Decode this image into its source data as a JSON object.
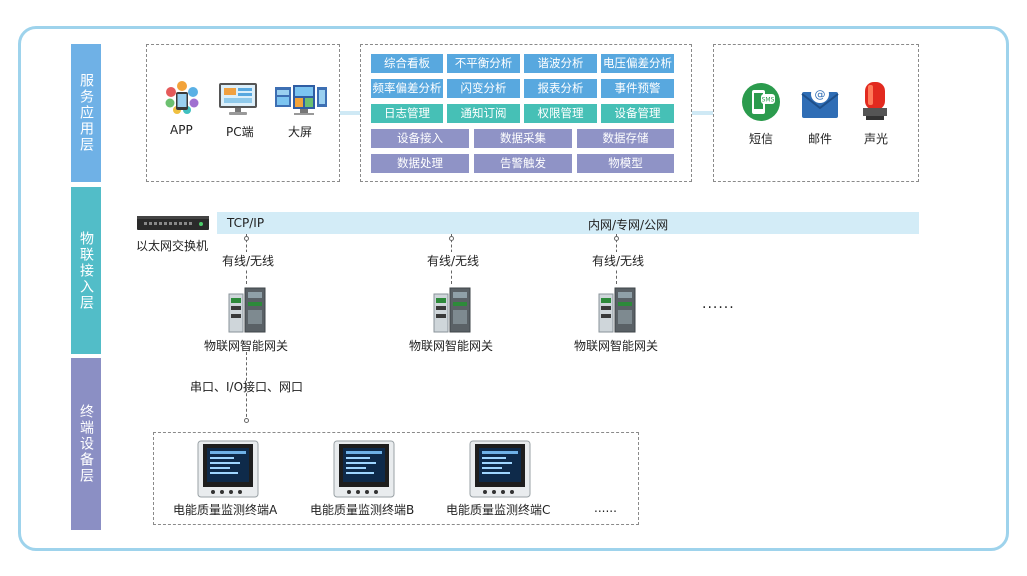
{
  "colors": {
    "frame": "#9ed3ec",
    "service_layer": "#6fb1e6",
    "access_layer": "#52bdc8",
    "terminal_layer": "#8b8fc4",
    "module_blue": "#58a8df",
    "module_teal": "#46c0b6",
    "module_purple": "#8f93c6",
    "bus": "#d3ecf7"
  },
  "layers": {
    "service": "服务应用层",
    "access": "物联接入层",
    "terminal": "终端设备层"
  },
  "clients": [
    {
      "label": "APP",
      "icon": "app-cloud-icon"
    },
    {
      "label": "PC端",
      "icon": "pc-monitor-icon"
    },
    {
      "label": "大屏",
      "icon": "big-screen-icon"
    }
  ],
  "modules": {
    "row1": [
      "综合看板",
      "不平衡分析",
      "谐波分析",
      "电压偏差分析"
    ],
    "row2": [
      "频率偏差分析",
      "闪变分析",
      "报表分析",
      "事件预警"
    ],
    "row3": [
      "日志管理",
      "通知订阅",
      "权限管理",
      "设备管理"
    ],
    "row4": [
      "设备接入",
      "数据采集",
      "数据存储"
    ],
    "row5": [
      "数据处理",
      "告警触发",
      "物模型"
    ]
  },
  "alerts": [
    {
      "label": "短信",
      "icon": "sms-icon"
    },
    {
      "label": "邮件",
      "icon": "mail-icon"
    },
    {
      "label": "声光",
      "icon": "alarm-light-icon"
    }
  ],
  "network": {
    "switch_label": "以太网交换机",
    "protocol": "TCP/IP",
    "net_types": "内网/专网/公网",
    "link_type": "有线/无线",
    "gateway_label": "物联网智能网关",
    "more": "......",
    "ports": "串口、I/O接口、网口"
  },
  "terminals": {
    "items": [
      "电能质量监测终端A",
      "电能质量监测终端B",
      "电能质量监测终端C"
    ],
    "more": "......"
  }
}
